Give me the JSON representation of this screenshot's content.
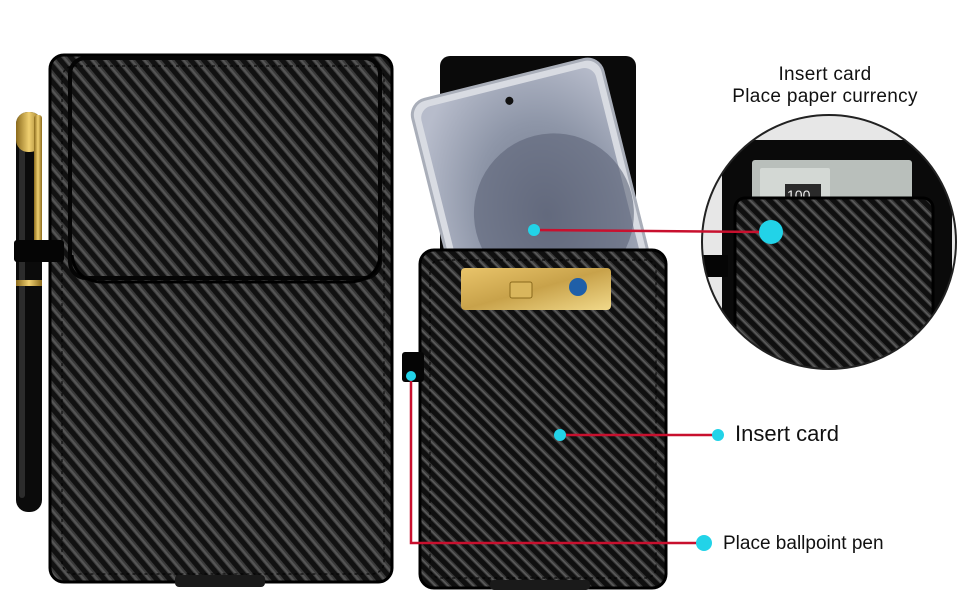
{
  "callouts": {
    "top_line1": "Insert card",
    "top_line2": "Place paper currency",
    "middle": "Insert card",
    "bottom": "Place ballpoint pen"
  },
  "visible_marks": {
    "banknote_number": "100"
  },
  "colors": {
    "leader_line": "#c8102e",
    "dot": "#22d3e8",
    "leather": "#141414"
  }
}
